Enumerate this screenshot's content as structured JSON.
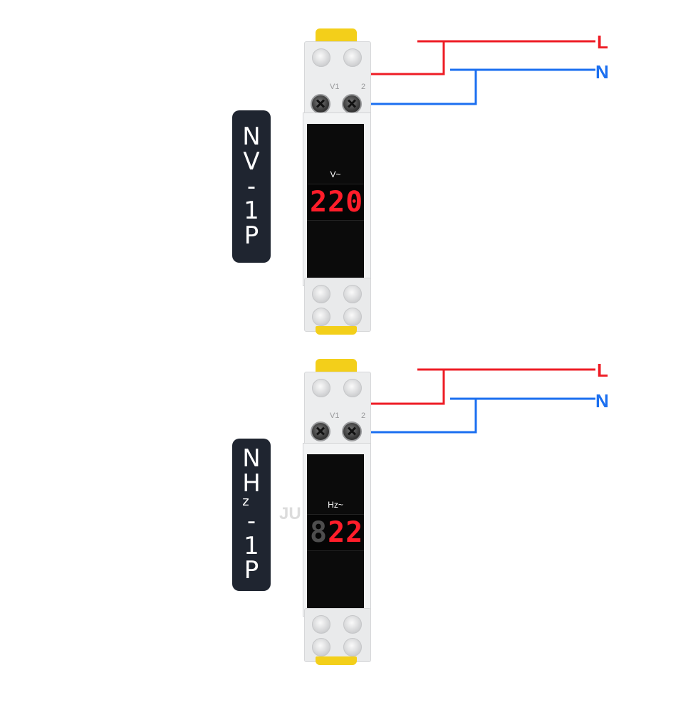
{
  "devices": [
    {
      "model_lines": [
        "N",
        "V",
        "-",
        "1",
        "P"
      ],
      "terminal_left": "V1",
      "terminal_right": "2",
      "unit": "V~",
      "digits_on": "220",
      "digits_off": "",
      "line_label": "L",
      "neutral_label": "N",
      "watermark": ""
    },
    {
      "model_lines": [
        "N",
        "H",
        "z",
        "-",
        "1",
        "P"
      ],
      "terminal_left": "V1",
      "terminal_right": "2",
      "unit": "Hz~",
      "digits_on": "22",
      "digits_off": "8",
      "line_label": "L",
      "neutral_label": "N",
      "watermark": "JU"
    }
  ],
  "colors": {
    "line": "#ee1c25",
    "neutral": "#1b6ff0",
    "display_red": "#ff1d2a",
    "clip_yellow": "#f3cf1a"
  }
}
